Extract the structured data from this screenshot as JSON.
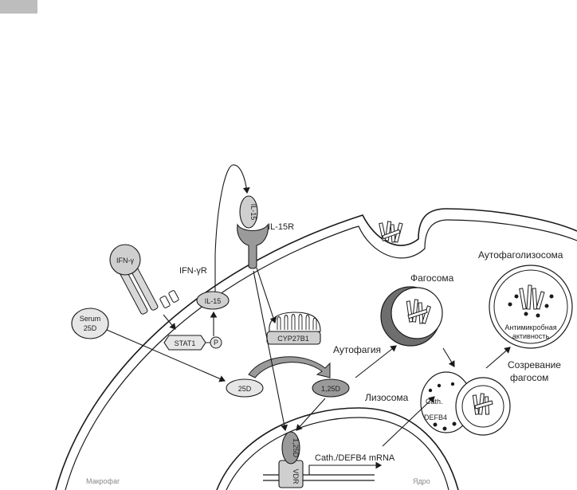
{
  "labels": {
    "ifn_gamma": "IFN-γ",
    "ifn_gamma_r": "IFN-γR",
    "serum_25d_line1": "Serum",
    "serum_25d_line2": "25D",
    "stat1": "STAT1",
    "p": "P",
    "il15_vesicle": "IL-15",
    "il15_ligand": "IL-15",
    "il15r": "IL-15R",
    "cyp27b1": "CYP27B1",
    "d25": "25D",
    "d125": "1,25D",
    "vdr_ligand": "1,25D",
    "vdr": "VDR",
    "mrna": "Cath./DEFB4 mRNA",
    "autophagy": "Аутофагия",
    "phagosome": "Фагосома",
    "autophagolysosome": "Аутофаголизосома",
    "antimicrobial_line1": "Антимикробная",
    "antimicrobial_line2": "активность",
    "maturation_line1": "Созревание",
    "maturation_line2": "фагосом",
    "lysosome": "Лизосома",
    "cath": "Cath.",
    "defb4": "DEFB4",
    "macrophage": "Макрофаг",
    "nucleus": "Ядро"
  },
  "colors": {
    "membrane": "#1a1a1a",
    "receptor_fill": "#cfcfcf",
    "ligand_fill": "#bfbfbf",
    "dark_fill": "#9a9a9a",
    "phagosome_shade": "#6e6e6e"
  }
}
